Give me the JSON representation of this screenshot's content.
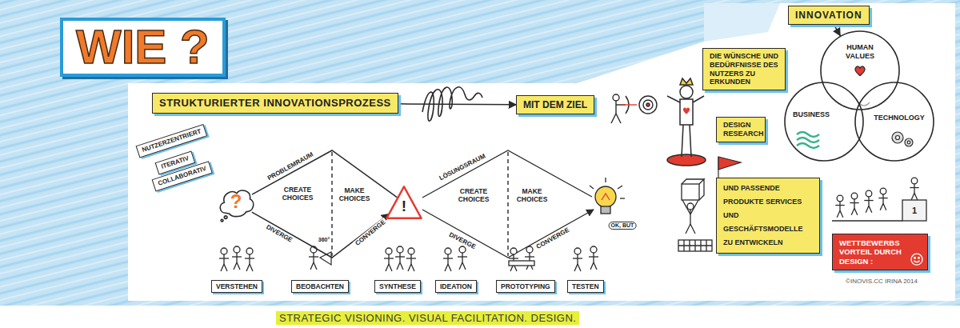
{
  "diagram": {
    "title": "WIE ?",
    "caption": "STRATEGIC VISIONING. VISUAL FACILITATION. DESIGN.",
    "nodes": [
      {
        "text": [
          "STRUKTURIERTER INNOVATIONSPROZESS"
        ]
      },
      {
        "text": [
          "MIT DEM ZIEL"
        ]
      },
      {
        "text": [
          "INNOVATION"
        ]
      },
      {
        "text": [
          "DIE WÜNSCHE UND BEDÜRFNISSE DES NUTZERS ZU ERKUNDEN"
        ]
      },
      {
        "text": [
          "DESIGN RESEARCH"
        ]
      },
      {
        "text": [
          "HUMAN VALUES"
        ]
      },
      {
        "text": [
          "BUSINESS"
        ]
      },
      {
        "text": [
          "TECHNOLOGY"
        ]
      },
      {
        "text": [
          "NUTZERZENTRIERT"
        ]
      },
      {
        "text": [
          "ITERATIV"
        ]
      },
      {
        "text": [
          "COLLABORATIV"
        ]
      },
      {
        "text": [
          "?"
        ]
      },
      {
        "text": [
          "!"
        ]
      },
      {
        "text": [
          "VERSTEHEN"
        ]
      },
      {
        "text": [
          "BEOBACHTEN"
        ]
      },
      {
        "text": [
          "SYNTHESE"
        ]
      },
      {
        "text": [
          "IDEATION"
        ]
      },
      {
        "text": [
          "PROTOTYPING"
        ]
      },
      {
        "text": [
          "TESTEN"
        ]
      },
      {
        "text": [
          "UND PASSENDE PRODUKTE SERVICES UND GESCHÄFTSMODELLE ZU ENTWICKELN"
        ]
      },
      {
        "text": [
          "WETTBEWERBS VORTEIL DURCH DESIGN :"
        ]
      }
    ],
    "edges": [
      {
        "from": 0,
        "to": 1,
        "arrow": "to"
      },
      {
        "from": 2,
        "to": 5,
        "arrow": "to"
      },
      {
        "from": 11,
        "to": 12,
        "arrow": "none"
      },
      {
        "from": 11,
        "to": 12,
        "arrow": "to"
      }
    ],
    "labels": [
      "PROBLEMRAUM",
      "CREATE CHOICES",
      "MAKE CHOICES",
      "DIVERGE",
      "CONVERGE",
      "LÖSUNGSRAUM",
      "CREATE CHOICES",
      "MAKE CHOICES",
      "DIVERGE",
      "CONVERGE",
      "360°",
      "OK, BUT",
      "1",
      "©INOVIS.CC IRINA 2014"
    ]
  }
}
